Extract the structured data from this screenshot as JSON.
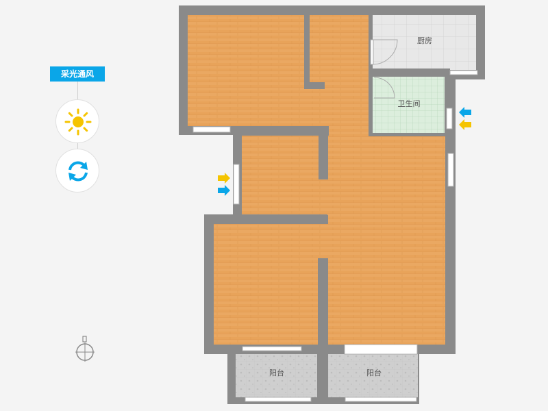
{
  "panel": {
    "title": "采光通风",
    "sunlight_button": "sun-icon",
    "ventilation_button": "refresh-icon"
  },
  "rooms": {
    "kitchen": "厨房",
    "bathroom": "卫生间",
    "balcony_left": "阳台",
    "balcony_right": "阳台"
  },
  "colors": {
    "wall": "#8a8a8a",
    "floor_wood": "#e8a35a",
    "tile_light": "#e6e6e6",
    "tile_bathroom": "#d8ecd8",
    "balcony_tile": "#cfcfcf",
    "accent_blue": "#0aa6e8",
    "sun_yellow": "#f5c400"
  }
}
